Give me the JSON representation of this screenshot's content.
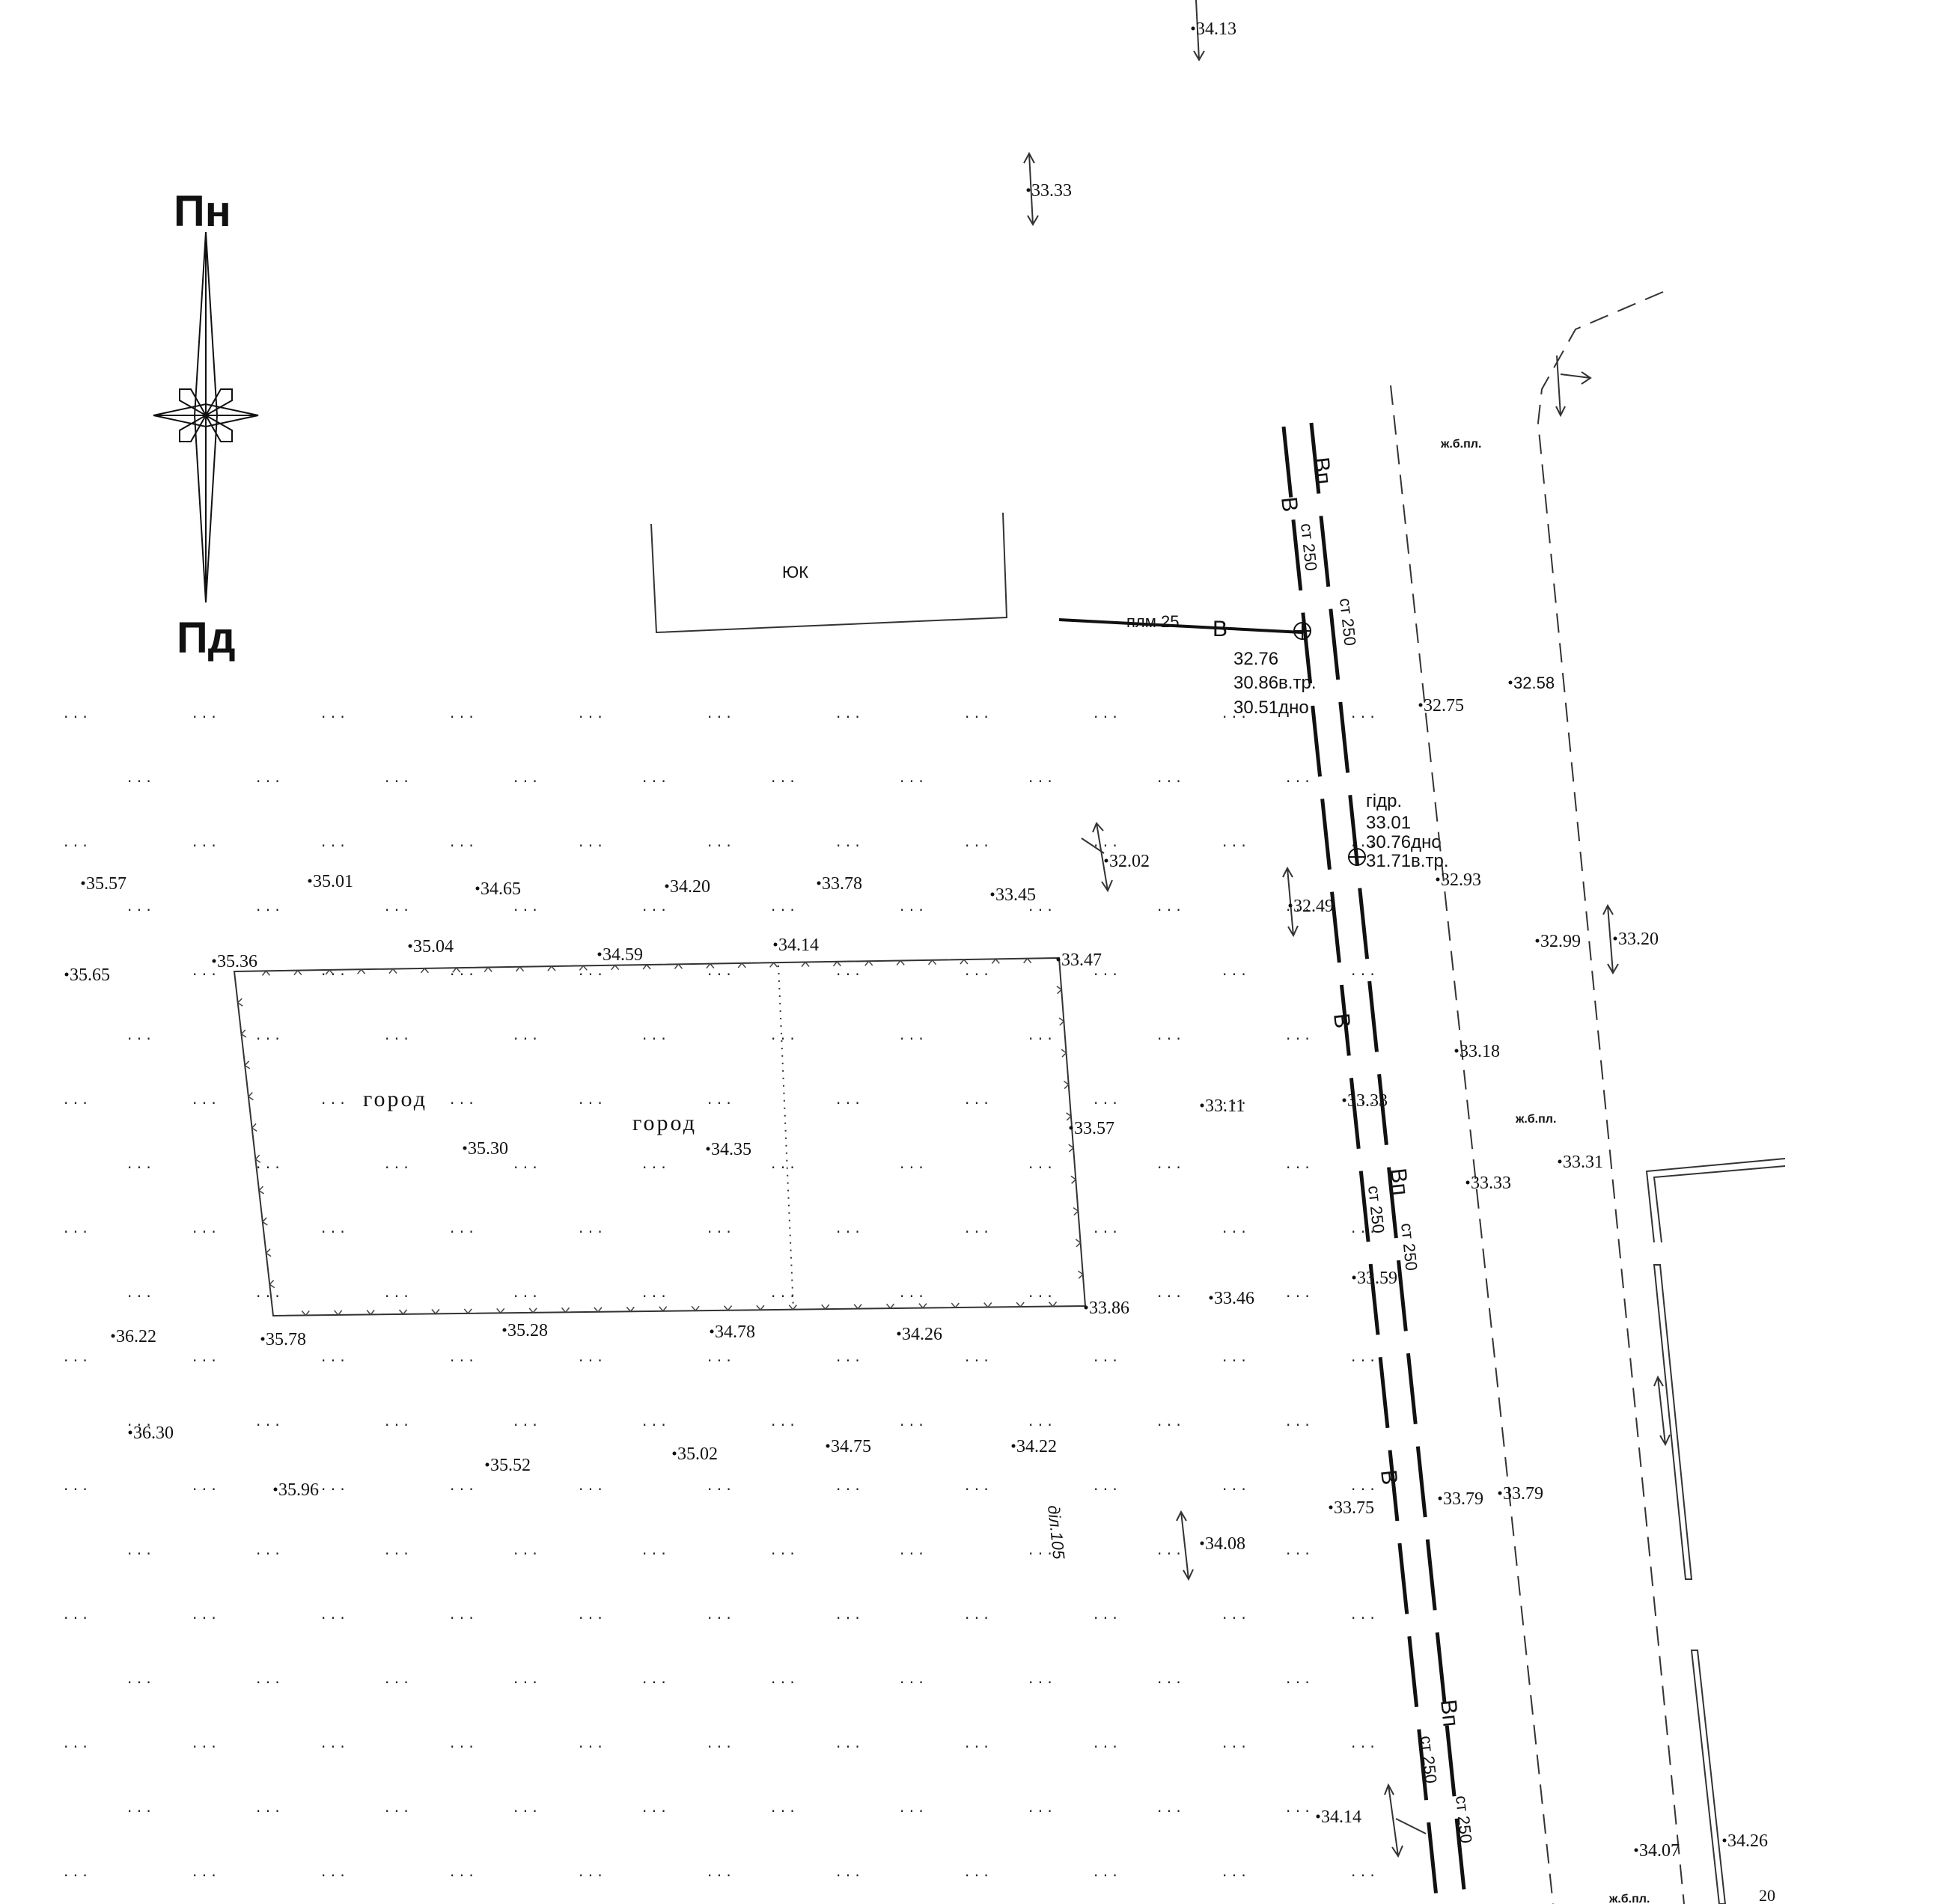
{
  "compass": {
    "north": "Пн",
    "south": "Пд"
  },
  "labels": {
    "yk": "ЮК",
    "plm": "плм 25",
    "v1": "В",
    "v2": "В",
    "v3": "В",
    "v4": "В",
    "vp1": "Вп",
    "vp2": "Вп",
    "vp3": "Вп",
    "st1": "ст 250",
    "st2": "ст 250",
    "st3": "ст 250",
    "st4": "ст 250",
    "st5": "ст 250",
    "st6": "ст 250",
    "well1_a": "32.76",
    "well1_b": "30.86в.тр.",
    "well1_c": "30.51дно",
    "hydr_title": "гідр.",
    "hydr_a": "33.01",
    "hydr_b": "30.76дно",
    "hydr_c": "31.71в.тр.",
    "zhb1": "ж.б.пл.",
    "zhb2": "ж.б.пл.",
    "zhb3": "ж.б.пл.",
    "gorod1": "город",
    "gorod2": "город",
    "dil": "діл.105",
    "num20": "20"
  },
  "elevations": {
    "e3413": "34.13",
    "e3333a": "33.33",
    "e3258": "32.58",
    "e3275": "32.75",
    "e3202": "32.02",
    "e3249": "32.49",
    "e3293": "32.93",
    "e3299": "32.99",
    "e3320": "33.20",
    "e3557": "35.57",
    "e3501": "35.01",
    "e3465": "34.65",
    "e3420": "34.20",
    "e3378": "33.78",
    "e3345": "33.45",
    "e3565": "35.65",
    "e3536": "35.36",
    "e3504": "35.04",
    "e3459": "34.59",
    "e3414a": "34.14",
    "e3347": "33.47",
    "e3318": "33.18",
    "e3311": "33.11",
    "e3333b": "33.33",
    "e3357": "33.57",
    "e3331": "33.31",
    "e3333c": "33.33",
    "e3530": "35.30",
    "e3435": "34.35",
    "e3359": "33.59",
    "e3346": "33.46",
    "e3386": "33.86",
    "e3622": "36.22",
    "e3578": "35.78",
    "e3528": "35.28",
    "e3478": "34.78",
    "e3426": "34.26",
    "e3630": "36.30",
    "e3552": "35.52",
    "e3502": "35.02",
    "e3475": "34.75",
    "e3422": "34.22",
    "e3596": "35.96",
    "e3379a": "33.79",
    "e3379b": "33.79",
    "e3375": "33.75",
    "e3408": "34.08",
    "e3414b": "34.14",
    "e3407": "34.07",
    "e3426b": "34.26"
  },
  "veg_symbol": "· · ·",
  "colors": {
    "ink": "#111111",
    "line": "#333333",
    "background": "#ffffff"
  }
}
